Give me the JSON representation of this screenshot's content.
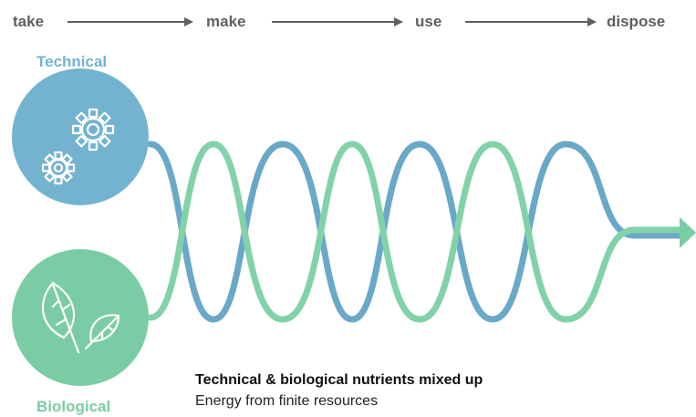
{
  "flow": {
    "steps": [
      "take",
      "make",
      "use",
      "dispose"
    ]
  },
  "categories": {
    "technical": "Technical",
    "biological": "Biological"
  },
  "caption": {
    "title": "Technical & biological nutrients mixed up",
    "subtitle": "Energy from finite resources"
  },
  "icons": {
    "technical": "gears-icon",
    "biological": "leaves-icon"
  },
  "colors": {
    "technical": "#74b3d0",
    "technical_line": "#6aa8c8",
    "biological": "#7acca4",
    "biological_line": "#82d2a8",
    "flow_text": "#5f5f5f"
  }
}
